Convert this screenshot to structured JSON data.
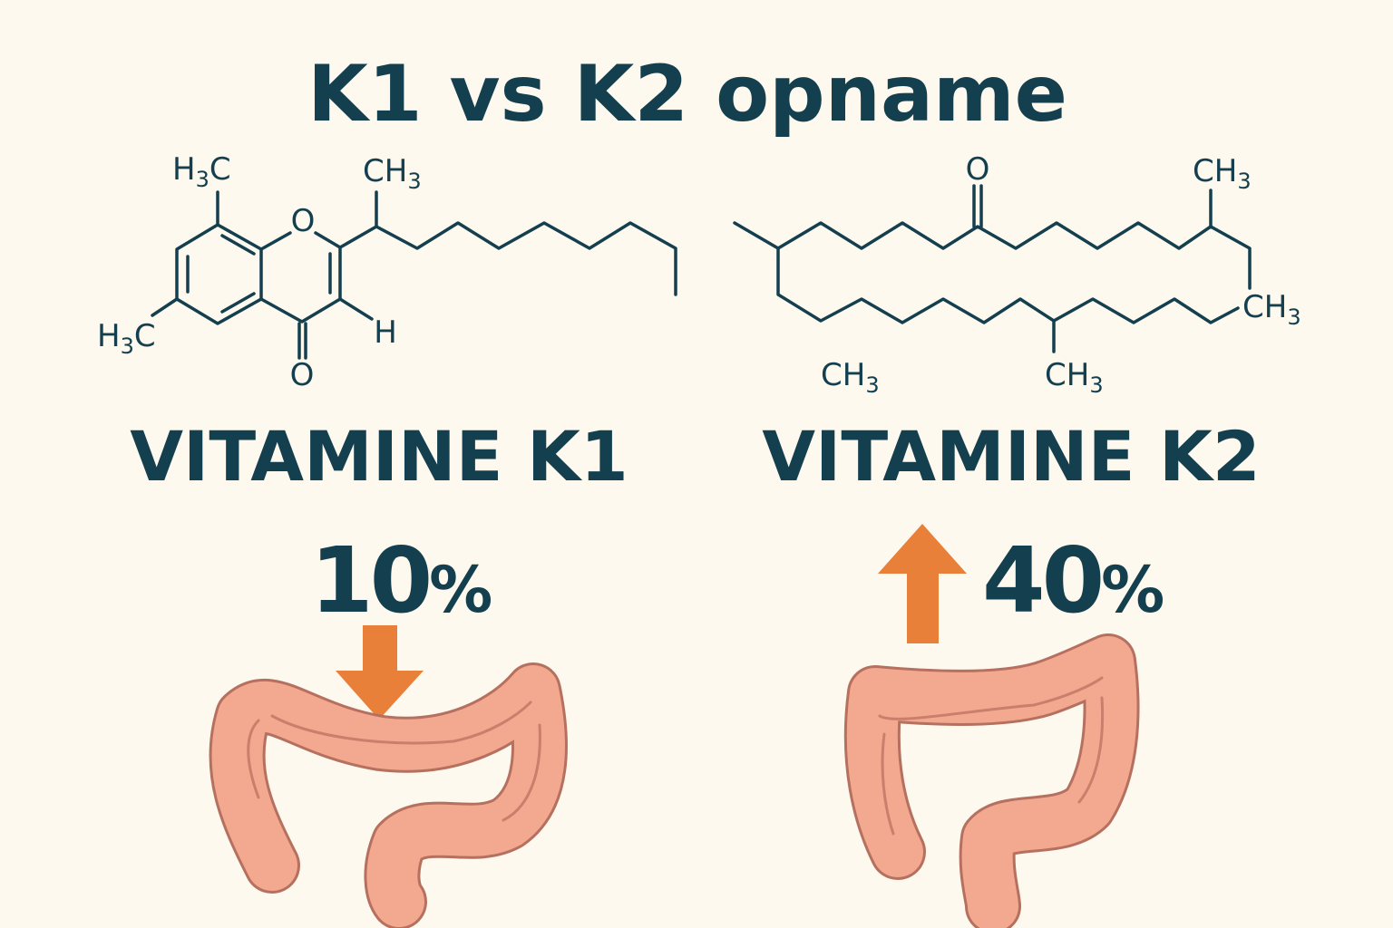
{
  "title": "K1 vs K2 opname",
  "k1": {
    "label": "VITAMINE K1",
    "percent": "10",
    "percent_sign": "%",
    "absorption_percent": 10,
    "arrow_direction": "down",
    "atoms": {
      "h3c_top": "H",
      "h3c_top_sub": "3",
      "h3c_top_c": "C",
      "h3c_left": "H",
      "h3c_left_sub": "3",
      "h3c_left_c": "C",
      "o_ring": "O",
      "o_carbonyl": "O",
      "h": "H",
      "ch3": "CH",
      "ch3_sub": "3"
    }
  },
  "k2": {
    "label": "VITAMINE K2",
    "percent": "40",
    "percent_sign": "%",
    "absorption_percent": 40,
    "arrow_direction": "up",
    "atoms": {
      "o": "O",
      "ch3_a": "CH",
      "ch3_a_sub": "3",
      "ch3_b": "CH",
      "ch3_b_sub": "3",
      "ch3_c": "CH",
      "ch3_c_sub": "3",
      "ch3_d": "CH",
      "ch3_d_sub": "3"
    }
  },
  "colors": {
    "text": "#143f4f",
    "arrow": "#e8803a",
    "intestine": "#f2a990",
    "background": "#fdf9ee"
  }
}
